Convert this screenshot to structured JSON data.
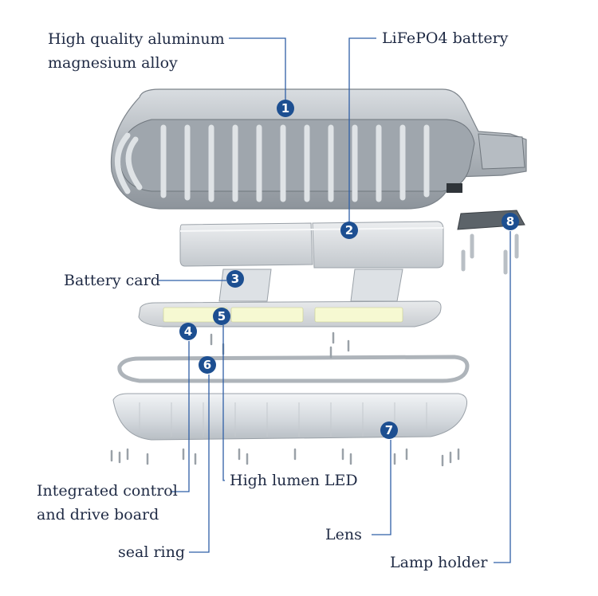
{
  "title": "",
  "callouts": [
    {
      "num": "1",
      "label_lines": [
        "High quality aluminum",
        "magnesium alloy"
      ]
    },
    {
      "num": "2",
      "label_lines": [
        "LiFePO4 battery"
      ]
    },
    {
      "num": "3",
      "label_lines": [
        "Battery card"
      ]
    },
    {
      "num": "4",
      "label_lines": [
        "Integrated control",
        "and drive board"
      ]
    },
    {
      "num": "5",
      "label_lines": [
        "High lumen LED"
      ]
    },
    {
      "num": "6",
      "label_lines": [
        "seal ring"
      ]
    },
    {
      "num": "7",
      "label_lines": [
        "Lens"
      ]
    },
    {
      "num": "8",
      "label_lines": [
        "Lamp holder"
      ]
    }
  ],
  "colors": {
    "accent": "#1d4f91",
    "text": "#1f2a44",
    "leader": "#2f5fa6",
    "metal": "#c7ccd2"
  }
}
